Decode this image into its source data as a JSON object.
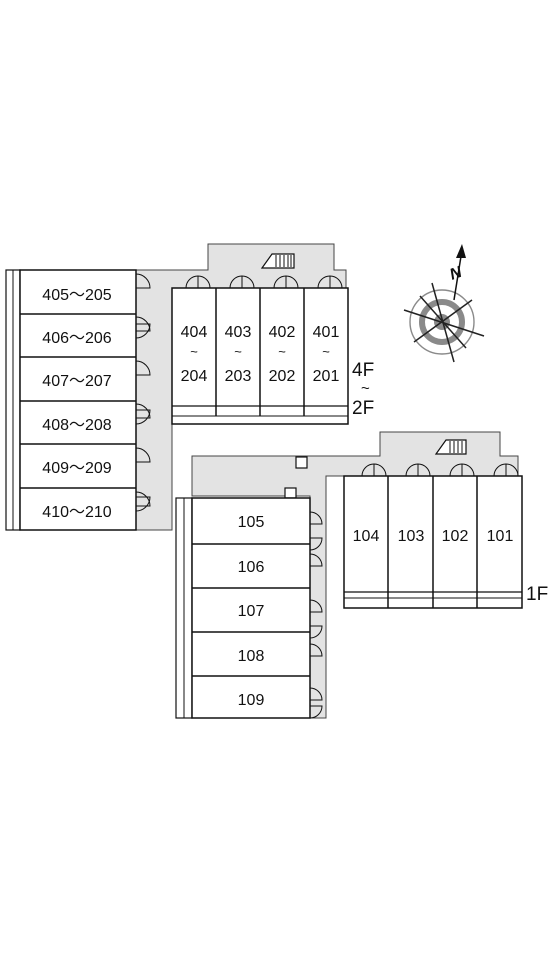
{
  "upper_floors": {
    "floor_range": {
      "top": "4F",
      "tilde": "~",
      "bottom": "2F"
    },
    "west_units": [
      "405～205",
      "406～206",
      "407～207",
      "408～208",
      "409～209",
      "410～210"
    ],
    "north_units": [
      {
        "top": "404",
        "tilde": "~",
        "bottom": "204"
      },
      {
        "top": "403",
        "tilde": "~",
        "bottom": "203"
      },
      {
        "top": "402",
        "tilde": "~",
        "bottom": "202"
      },
      {
        "top": "401",
        "tilde": "~",
        "bottom": "201"
      }
    ]
  },
  "ground_floor": {
    "floor": "1F",
    "west_units": [
      "105",
      "106",
      "107",
      "108",
      "109"
    ],
    "east_units": [
      "104",
      "103",
      "102",
      "101"
    ]
  },
  "compass": {
    "north": "N"
  },
  "colors": {
    "corridor": "#e3e3e3",
    "line": "#111111",
    "compass": "#8a8a8a"
  }
}
